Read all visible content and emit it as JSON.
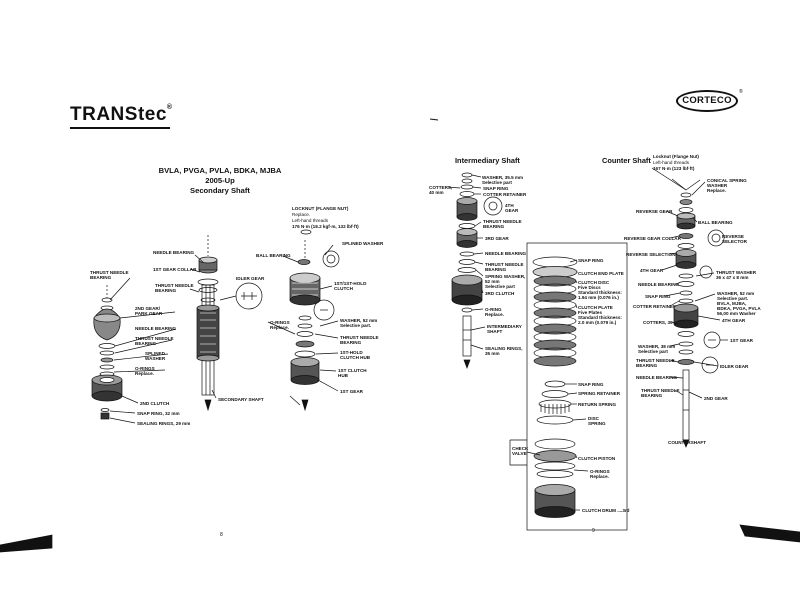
{
  "left_page": {
    "brand": {
      "name": "TRANStec",
      "mark": "®"
    },
    "title_line1": "BVLA, PVGA, PVLA, BDKA, MJBA",
    "title_line2": "2005-Up",
    "title_line3": "Secondary Shaft",
    "page_number": "8",
    "labels": {
      "locknut": "LOCKNUT (FLANGE NUT)",
      "locknut_replace": "Replace.",
      "locknut_threads": "Left-hand threads",
      "locknut_torque": "176 N·m (18.2 kgf·m, 132 lbf·ft)",
      "splined_washer_top": "SPLINED WASHER",
      "ball_bearing": "BALL BEARING",
      "needle_bearing": "NEEDLE BEARING",
      "first_gear_collar": "1ST GEAR COLLAR",
      "idler_gear": "IDLER GEAR",
      "thrust_needle_bearing_left": "THRUST NEEDLE\nBEARING",
      "thrust_needle_bearing_mid": "THRUST NEEDLE\nBEARING",
      "first_hold_clutch": "1ST/1ST-HOLD\nCLUTCH",
      "second_gear_park": "2ND GEAR/\nPARK GEAR",
      "o_rings_replace": "O-RINGS\nReplace.",
      "washer_52": "WASHER, 52 mm\nSelective part.",
      "needle_bearing_2": "NEEDLE BEARING",
      "thrust_needle_bearing_3": "THRUST NEEDLE\nBEARING",
      "splined_washer": "SPLINED\nWASHER",
      "thrust_needle_bearing_r": "THRUST NEEDLE\nBEARING",
      "first_hold_clutch_hub": "1ST-HOLD\nCLUTCH HUB",
      "o_rings_2": "O-RINGS\nReplace.",
      "first_clutch_hub": "1ST CLUTCH\nHUB",
      "first_gear": "1ST GEAR",
      "second_clutch": "2ND CLUTCH",
      "secondary_shaft": "SECONDARY SHAFT",
      "snap_ring_32": "SNAP RING, 32 mm",
      "sealing_rings_29": "SEALING RINGS, 29 mm"
    }
  },
  "right_page": {
    "brand": {
      "name": "CORTECO",
      "mark": "®"
    },
    "intermediary_title": "Intermediary Shaft",
    "counter_title": "Counter Shaft",
    "page_number": "9",
    "labels": {
      "locknut": "Locknut (Flange Nut)",
      "locknut_threads": "Left-hand threads",
      "locknut_torque": "167 N·m (123 lbf·ft)",
      "conical_washer": "CONICAL SPRING\nWASHER\nReplace.",
      "reverse_gear": "REVERSE GEAR",
      "ball_bearing": "BALL BEARING",
      "reverse_selector": "REVERSE\nSELECTOR",
      "reverse_gear_collar": "REVERSE GEAR COLLAR",
      "reverse_selector_hub": "REVERSE SELECTION HUB",
      "fourth_gear_r": "4TH GEAR",
      "thrust_washer": "THRUST WASHER\n36 x 47 x 8 mm",
      "needle_bearing": "NEEDLE BEARING",
      "snap_ring": "SNAP RING",
      "collar_retainer": "COTTER RETAINER",
      "washer_selective": "WASHER, 52 mm\nSelective part.\nBVLA, MJBA,\nBDKA, PVGA, PVLA\n56,00 mm Washer",
      "fourth_clutch": "4TH GEAR",
      "cotters": "COTTERS, 39 mm",
      "first_gear": "1ST GEAR",
      "washer_38": "WASHER, 38 mm\nSelective part",
      "thrust_needle_bearing_r": "THRUST NEEDLE\nBEARING",
      "idler_gear": "IDLER GEAR",
      "needle_bearing_r2": "NEEDLE BEARING",
      "thrust_needle_bearing_r3": "THRUST NEEDLE\nBEARING",
      "second_gear": "2ND GEAR",
      "countershaft": "COUNTERSHAFT",
      "cotters_40": "COTTERS,\n40 mm",
      "washer_35": "WASHER, 35.5 mm\nSelective part",
      "snap_ring_i": "SNAP RING",
      "cotter_retainer": "COTTER RETAINER",
      "fourth_gear": "4TH\nGEAR",
      "thrust_needle_bearing_i": "THRUST NEEDLE\nBEARING",
      "third_gear": "3RD GEAR",
      "needle_bearing_i": "NEEDLE BEARING",
      "thrust_needle_bearing_i2": "THRUST NEEDLE\nBEARING",
      "spring_washer": "SPRING WASHER,\n52 mm\nSelective part",
      "third_clutch": "3RD CLUTCH",
      "o_ring": "O-RING\nReplace.",
      "intermediary_shaft": "INTERMEDIARY\nSHAFT",
      "sealing_rings_35": "SEALING RINGS,\n35 mm",
      "snap_ring_top": "SNAP RING",
      "clutch_end_plate": "CLUTCH END PLATE",
      "clutch_disc": "CLUTCH DISC\nFive Discs\nStandard thickness:\n1.94 mm (0.076 in.)",
      "clutch_plate": "CLUTCH PLATE\nFive Plates\nStandard thickness:\n2.0 mm (0.079 in.)",
      "snap_ring_2": "SNAP RING",
      "spring_retainer": "SPRING RETAINER",
      "return_spring": "RETURN SPRING",
      "disc_spring": "DISC\nSPRING",
      "check_valve": "CHECK\nVALVE",
      "clutch_piston": "CLUTCH PISTON",
      "o_rings": "O-RINGS\nReplace.",
      "clutch_drum": "CLUTCH DRUM ....3rd"
    }
  }
}
